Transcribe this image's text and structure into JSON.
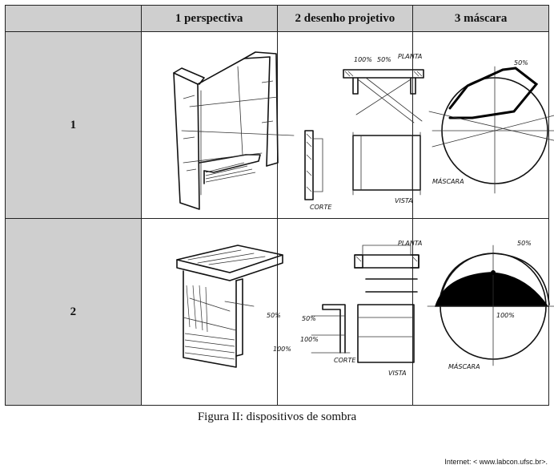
{
  "table": {
    "col_headers": [
      "1 perspectiva",
      "2 desenho projetivo",
      "3 máscara"
    ],
    "row_headers": [
      "1",
      "2"
    ],
    "sketch_labels": {
      "r1_c1": [
        "100%",
        "50%",
        "PLANTA",
        "CORTE",
        "VISTA"
      ],
      "r1_c2": [
        "50%",
        "MÁSCARA"
      ],
      "r2_c0": [
        "50%",
        "100%"
      ],
      "r2_c1": [
        "PLANTA",
        "50%",
        "100%",
        "CORTE",
        "VISTA"
      ],
      "r2_c2": [
        "50%",
        "100%",
        "MÁSCARA"
      ]
    }
  },
  "caption": "Figura II: dispositivos de sombra",
  "source": "Internet: < www.labcon.ufsc.br>."
}
